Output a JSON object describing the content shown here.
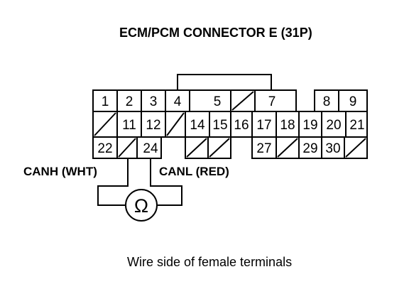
{
  "title": "ECM/PCM CONNECTOR E (31P)",
  "caption": "Wire side of female terminals",
  "ohm_symbol": "Ω",
  "wires": {
    "canh": "CANH (WHT)",
    "canl": "CANL (RED)"
  },
  "connector": {
    "row1": [
      "1",
      "2",
      "3",
      "4",
      "5",
      "",
      "7",
      "",
      "8",
      "9"
    ],
    "row2": [
      "",
      "11",
      "12",
      "",
      "14",
      "15",
      "16",
      "17",
      "18",
      "19",
      "20",
      "21"
    ],
    "row3": [
      "22",
      "",
      "24",
      "",
      "",
      "27",
      "",
      "29",
      "30",
      ""
    ]
  }
}
